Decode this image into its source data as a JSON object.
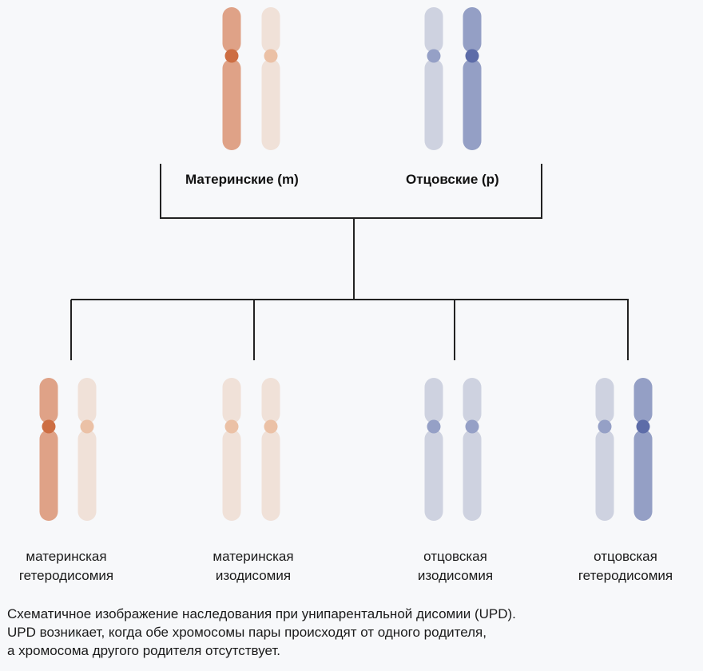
{
  "colors": {
    "background": "#f7f8fa",
    "line": "#222222",
    "maternal_dark_arm": "#dfa287",
    "maternal_dark_centromere": "#cd6e43",
    "maternal_light_arm": "#f0e1d8",
    "maternal_light_centromere": "#ebc1a6",
    "paternal_light_arm": "#ced2e0",
    "paternal_light_centromere": "#95a0c6",
    "paternal_dark_arm": "#949fc5",
    "paternal_dark_centromere": "#5d6ca8"
  },
  "parents": {
    "maternal_label": "Материнские (m)",
    "paternal_label": "Отцовские (p)",
    "maternal_chromosomes": [
      "maternal_dark",
      "maternal_light"
    ],
    "paternal_chromosomes": [
      "paternal_light",
      "paternal_dark"
    ]
  },
  "outcomes": [
    {
      "line1": "материнская",
      "line2": "гетеродисомия",
      "chromosomes": [
        "maternal_dark",
        "maternal_light"
      ]
    },
    {
      "line1": "материнская",
      "line2": "изодисомия",
      "chromosomes": [
        "maternal_light",
        "maternal_light"
      ]
    },
    {
      "line1": "отцовская",
      "line2": "изодисомия",
      "chromosomes": [
        "paternal_light",
        "paternal_light"
      ]
    },
    {
      "line1": "отцовская",
      "line2": "гетеродисомия",
      "chromosomes": [
        "paternal_light",
        "paternal_dark"
      ]
    }
  ],
  "caption": {
    "line1": "Схематичное изображение наследования при унипарентальной дисомии (UPD).",
    "line2": "UPD возникает, когда обе хромосомы пары происходят от одного родителя,",
    "line3": "а хромосома другого родителя отсутствует."
  }
}
